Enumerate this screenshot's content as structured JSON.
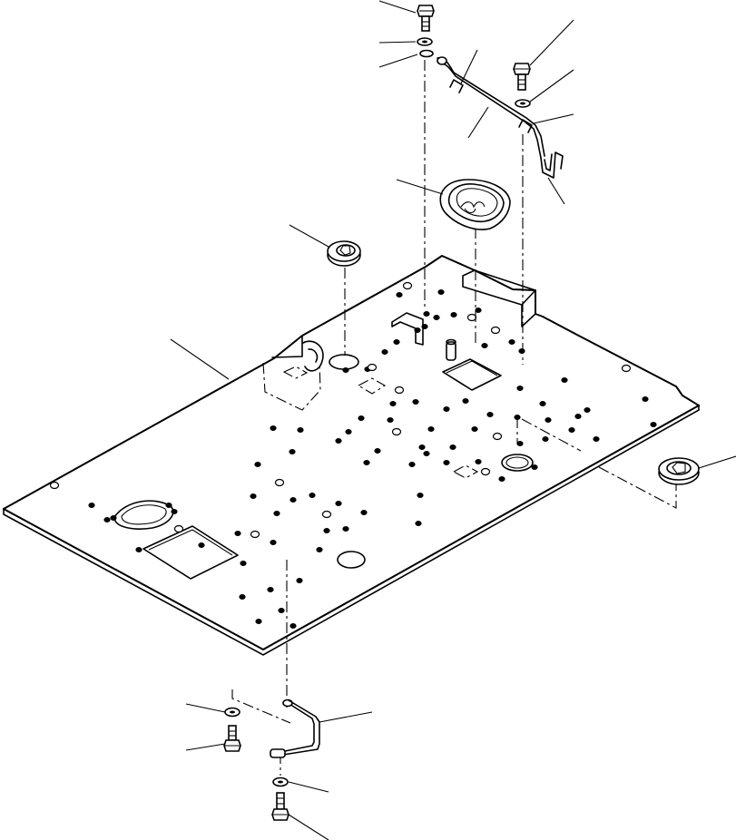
{
  "diagram": {
    "type": "exploded-parts-view",
    "callout_labels": [],
    "parts": [
      "floor-plate",
      "bolt",
      "washer",
      "grommet",
      "square-seal",
      "harness-clamp-rod",
      "lower-harness-rod",
      "bracket"
    ],
    "line_color": "#000000",
    "background_color": "#ffffff"
  }
}
